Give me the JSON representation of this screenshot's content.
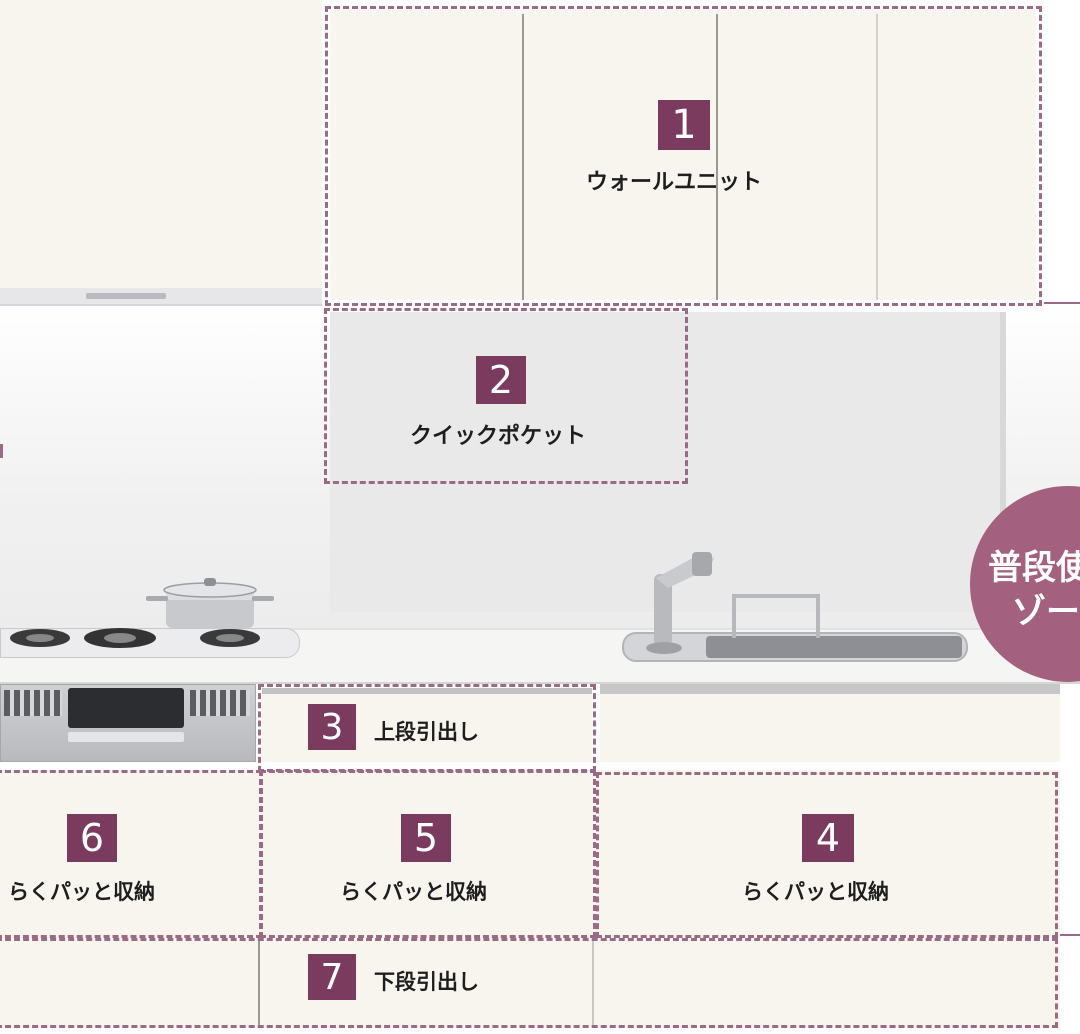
{
  "colors": {
    "badge": "#7a3b5e",
    "dash": "#9a6a86",
    "cabinet": "#f7f5ee",
    "bubble": "#a3607f"
  },
  "zones": [
    {
      "number": "1",
      "label": "ウォールユニット"
    },
    {
      "number": "2",
      "label": "クイックポケット"
    },
    {
      "number": "3",
      "label": "上段引出し"
    },
    {
      "number": "4",
      "label": "らくパッと収納"
    },
    {
      "number": "5",
      "label": "らくパッと収納"
    },
    {
      "number": "6",
      "label": "らくパッと収納"
    },
    {
      "number": "7",
      "label": "下段引出し"
    }
  ],
  "callout": {
    "line1": "普段使",
    "line2": "ゾー"
  }
}
